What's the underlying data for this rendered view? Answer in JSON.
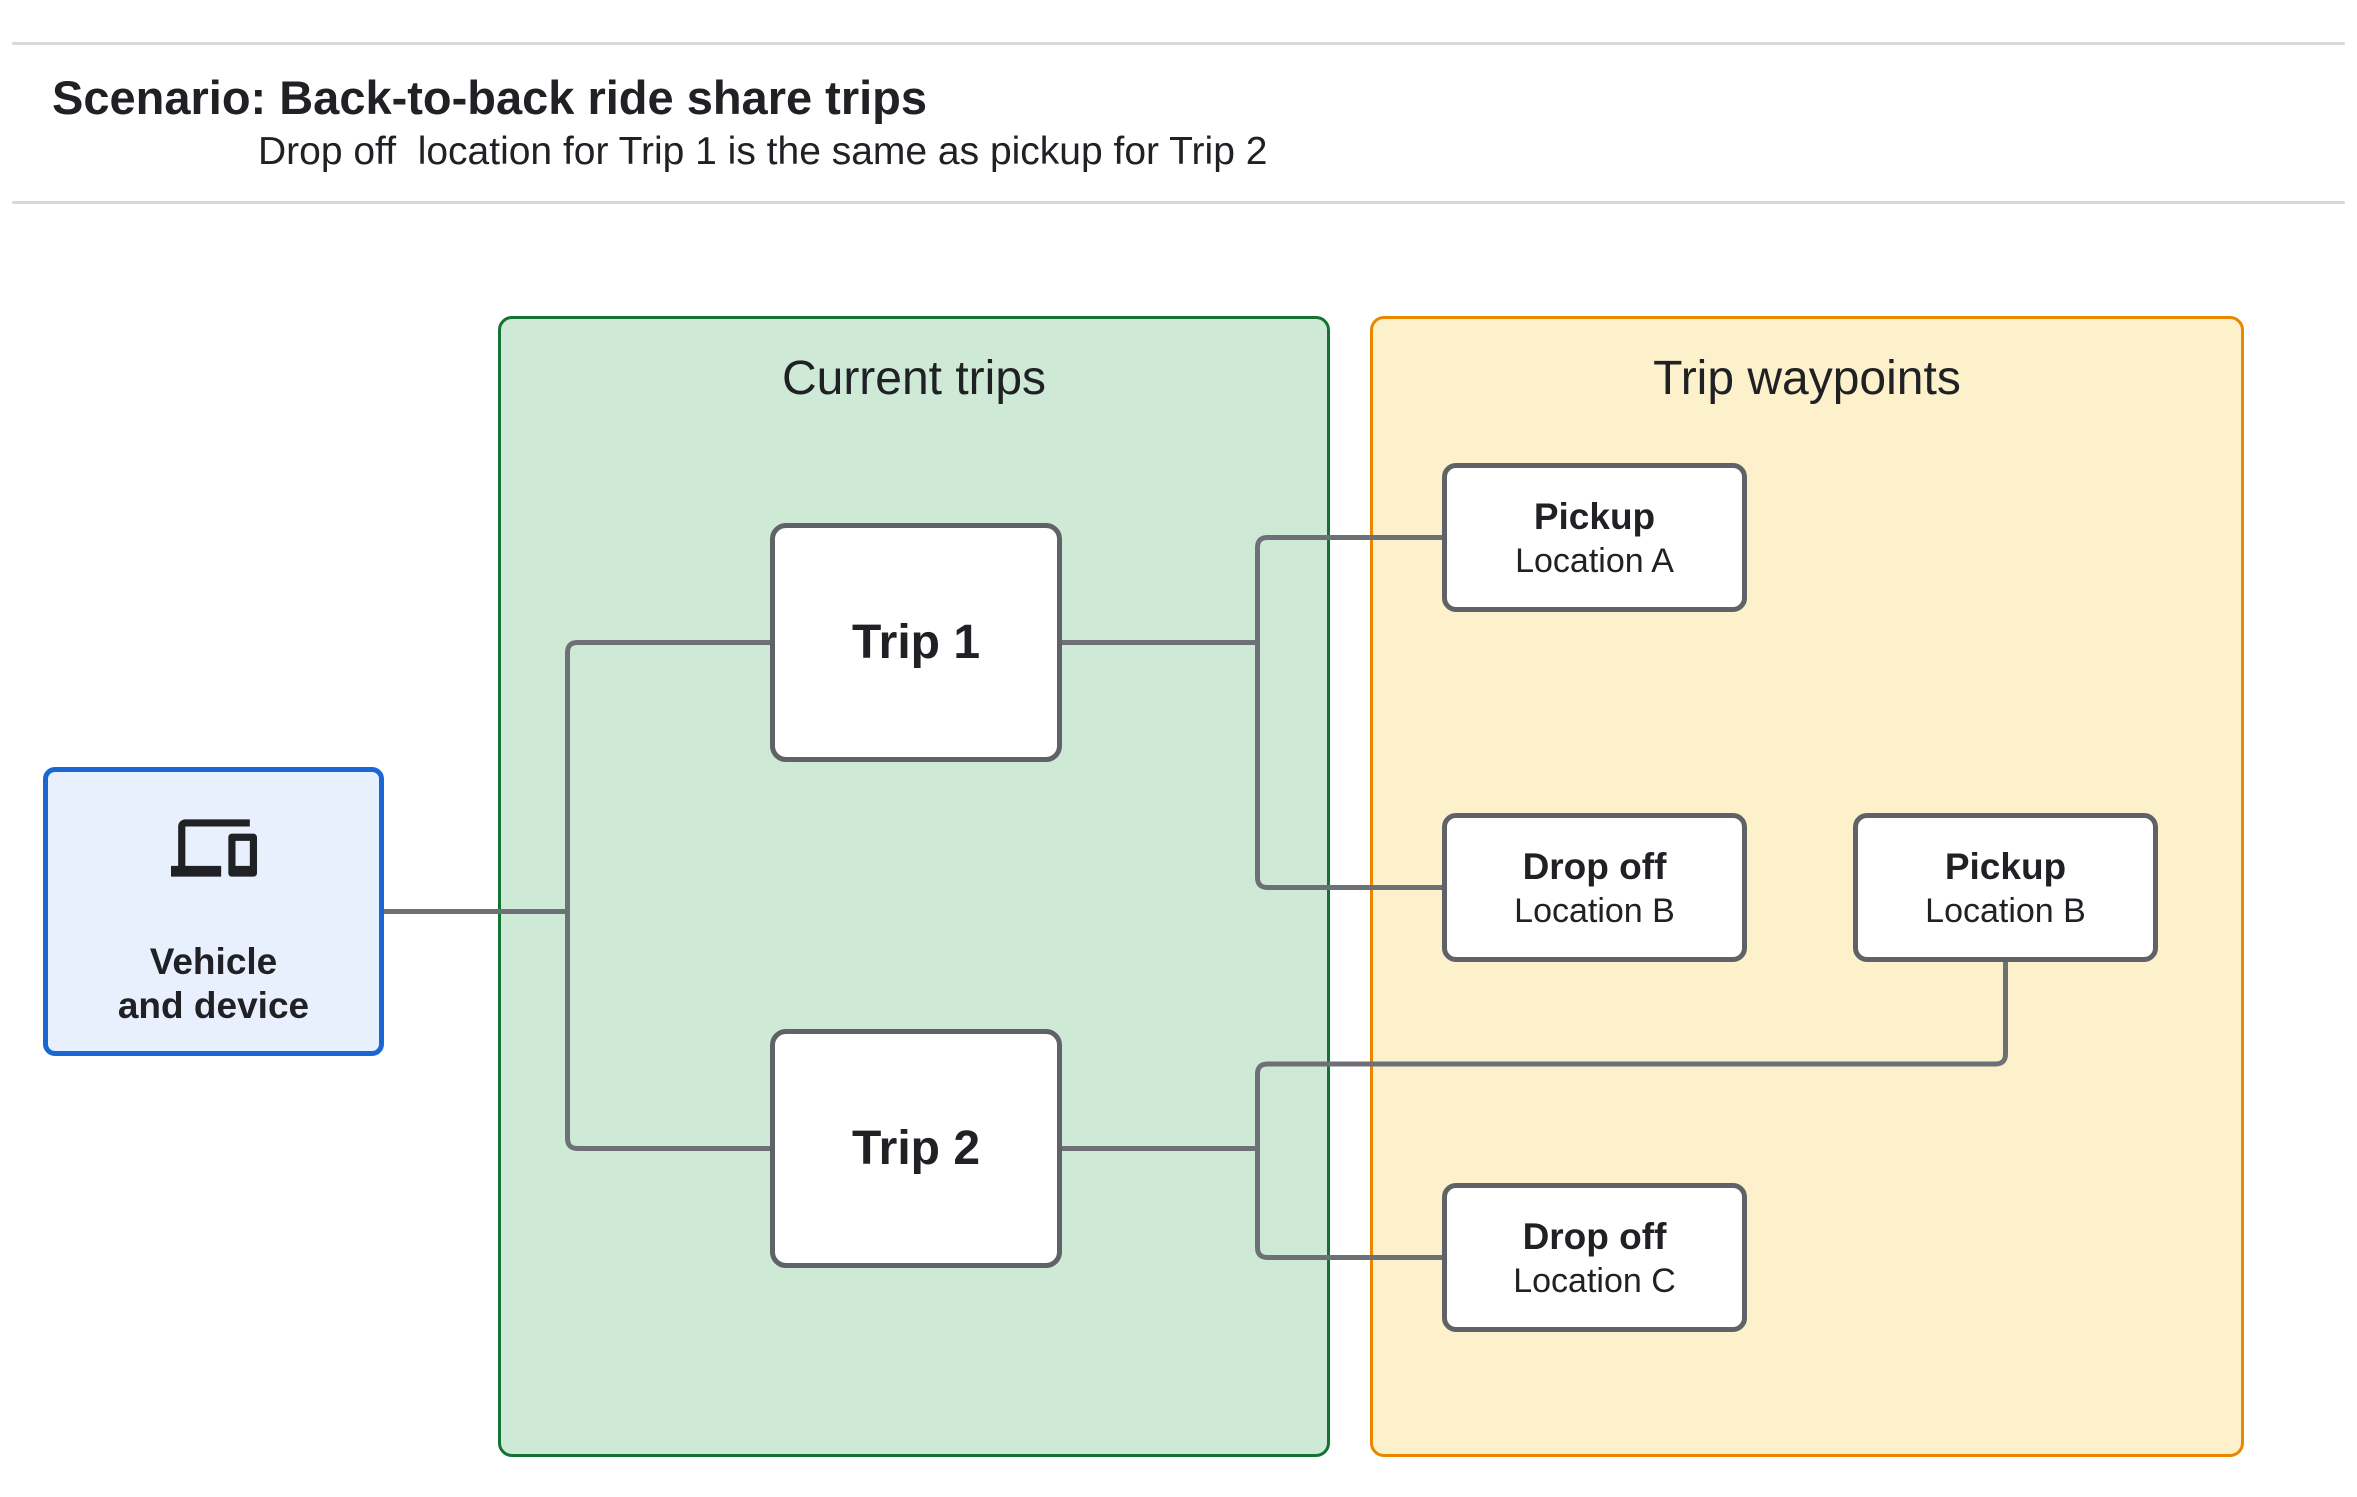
{
  "header": {
    "title": "Scenario: Back-to-back ride share trips",
    "subtitle": "Drop off  location for Trip 1 is the same as pickup for Trip 2"
  },
  "vehicle": {
    "icon": "devices-icon",
    "label_line1": "Vehicle",
    "label_line2": "and device"
  },
  "groups": {
    "current_trips": {
      "title": "Current trips"
    },
    "trip_waypoints": {
      "title": "Trip waypoints"
    }
  },
  "trips": [
    {
      "label": "Trip 1"
    },
    {
      "label": "Trip 2"
    }
  ],
  "waypoints": [
    {
      "type": "Pickup",
      "location": "Location A"
    },
    {
      "type": "Drop off",
      "location": "Location B"
    },
    {
      "type": "Pickup",
      "location": "Location B"
    },
    {
      "type": "Drop off",
      "location": "Location C"
    }
  ],
  "colors": {
    "vehicle_fill": "#e8f0fe",
    "vehicle_border": "#1967d2",
    "current_trips_fill": "#ceead6",
    "current_trips_border": "#137333",
    "trip_waypoints_fill": "#fdf1cb",
    "trip_waypoints_border": "#ea8600",
    "node_fill": "#ffffff",
    "node_border": "#5f6368",
    "connector": "#6d7175",
    "divider": "#d8d8d8",
    "text": "#202124"
  }
}
